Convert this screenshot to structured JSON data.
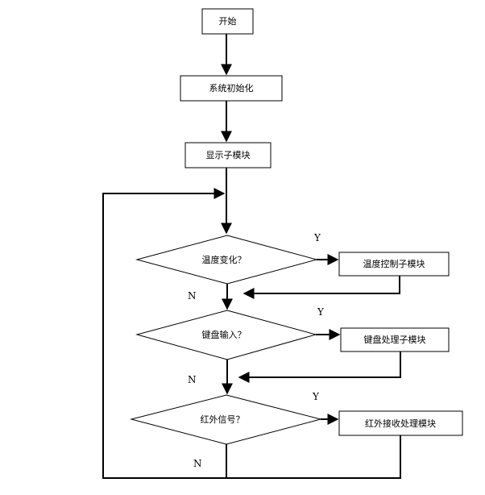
{
  "nodes": {
    "start": "开始",
    "init": "系统初始化",
    "display": "显示子模块",
    "temp_decision": "温度变化？",
    "temp_module": "温度控制子模块",
    "key_decision": "键盘输入？",
    "key_module": "键盘处理子模块",
    "ir_decision": "红外信号？",
    "ir_module": "红外接收处理模块"
  },
  "labels": {
    "yes": "Y",
    "no": "N"
  }
}
